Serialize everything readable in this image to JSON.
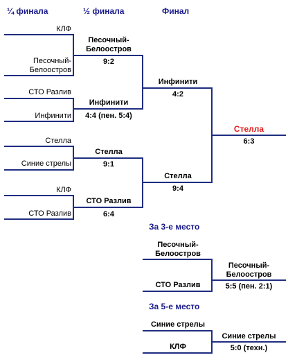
{
  "headers": {
    "quarter": "¼ финала",
    "semi": "½ финала",
    "final": "Финал"
  },
  "quarterfinals": [
    {
      "team1": "КЛФ",
      "team2_line1": "Песочный-",
      "team2_line2": "Белоостров"
    },
    {
      "team1": "СТО Разлив",
      "team2": "Инфинити"
    },
    {
      "team1": "Стелла",
      "team2": "Синие стрелы"
    },
    {
      "team1": "КЛФ",
      "team2": "СТО Разлив"
    }
  ],
  "semifinal_entries": [
    {
      "winner_line1": "Песочный-",
      "winner_line2": "Белоостров",
      "score": "9:2"
    },
    {
      "winner": "Инфинити",
      "score": "4:4 (пен. 5:4)"
    },
    {
      "winner": "Стелла",
      "score": "9:1"
    },
    {
      "winner": "СТО Разлив",
      "score": "6:4"
    }
  ],
  "final_entries": [
    {
      "winner": "Инфинити",
      "score": "4:2"
    },
    {
      "winner": "Стелла",
      "score": "9:4"
    }
  ],
  "champion": {
    "name": "Стелла",
    "score": "6:3",
    "color": "#e02020"
  },
  "third_place": {
    "title": "За 3-е место",
    "team1_line1": "Песочный-",
    "team1_line2": "Белоостров",
    "team2": "СТО Разлив",
    "winner_line1": "Песочный-",
    "winner_line2": "Белоостров",
    "score": "5:5 (пен. 2:1)"
  },
  "fifth_place": {
    "title": "За 5-е место",
    "team1": "Синие стрелы",
    "team2": "КЛФ",
    "winner": "Синие стрелы",
    "score": "5:0 (техн.)"
  },
  "colors": {
    "lines": "#1f2d80",
    "headers": "#1a1a8c",
    "champion": "#e02020"
  }
}
